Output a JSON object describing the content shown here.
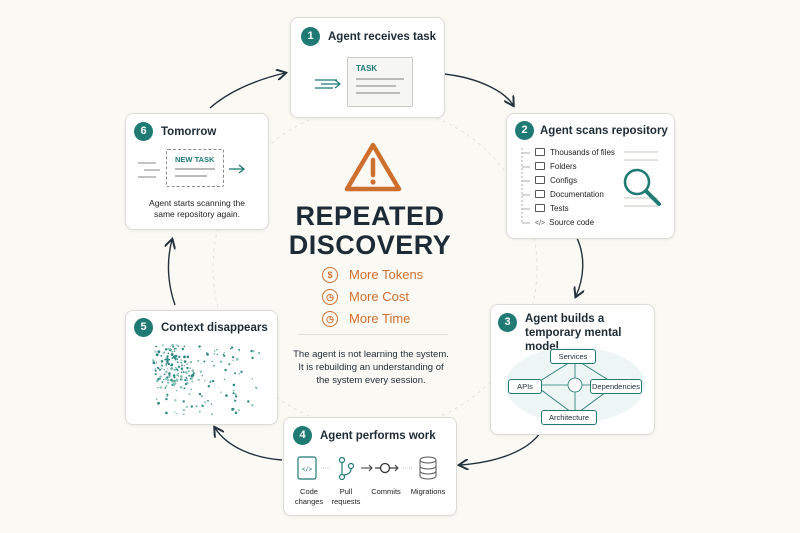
{
  "center": {
    "title_line1": "REPEATED",
    "title_line2": "DISCOVERY",
    "metrics": [
      {
        "icon": "dollar-icon",
        "label": "More Tokens"
      },
      {
        "icon": "clock-icon",
        "label": "More Cost"
      },
      {
        "icon": "clock-icon",
        "label": "More Time"
      }
    ],
    "note_line1": "The agent is not learning the system.",
    "note_line2": "It is rebuilding an understanding of",
    "note_line3": "the system every session."
  },
  "steps": [
    {
      "number": "1",
      "title": "Agent receives task",
      "card_label": "TASK"
    },
    {
      "number": "2",
      "title": "Agent scans repository",
      "files": [
        "Thousands of files",
        "Folders",
        "Configs",
        "Documentation",
        "Tests",
        "Source code"
      ]
    },
    {
      "number": "3",
      "title_line1": "Agent builds a",
      "title_line2": "temporary mental model",
      "nodes": [
        "Services",
        "APIs",
        "Dependencies",
        "Architecture"
      ]
    },
    {
      "number": "4",
      "title": "Agent performs work",
      "tools": [
        {
          "line1": "Code",
          "line2": "changes"
        },
        {
          "line1": "Pull",
          "line2": "requests"
        },
        {
          "line1": "Commits",
          "line2": ""
        },
        {
          "line1": "Migrations",
          "line2": ""
        }
      ]
    },
    {
      "number": "5",
      "title": "Context disappears"
    },
    {
      "number": "6",
      "title": "Tomorrow",
      "card_label": "NEW TASK",
      "caption_line1": "Agent starts scanning the",
      "caption_line2": "same repository again."
    }
  ],
  "colors": {
    "accent": "#1f7a74",
    "warning": "#cf6f2e",
    "text": "#1d2b36",
    "background": "#fbf9f4"
  }
}
